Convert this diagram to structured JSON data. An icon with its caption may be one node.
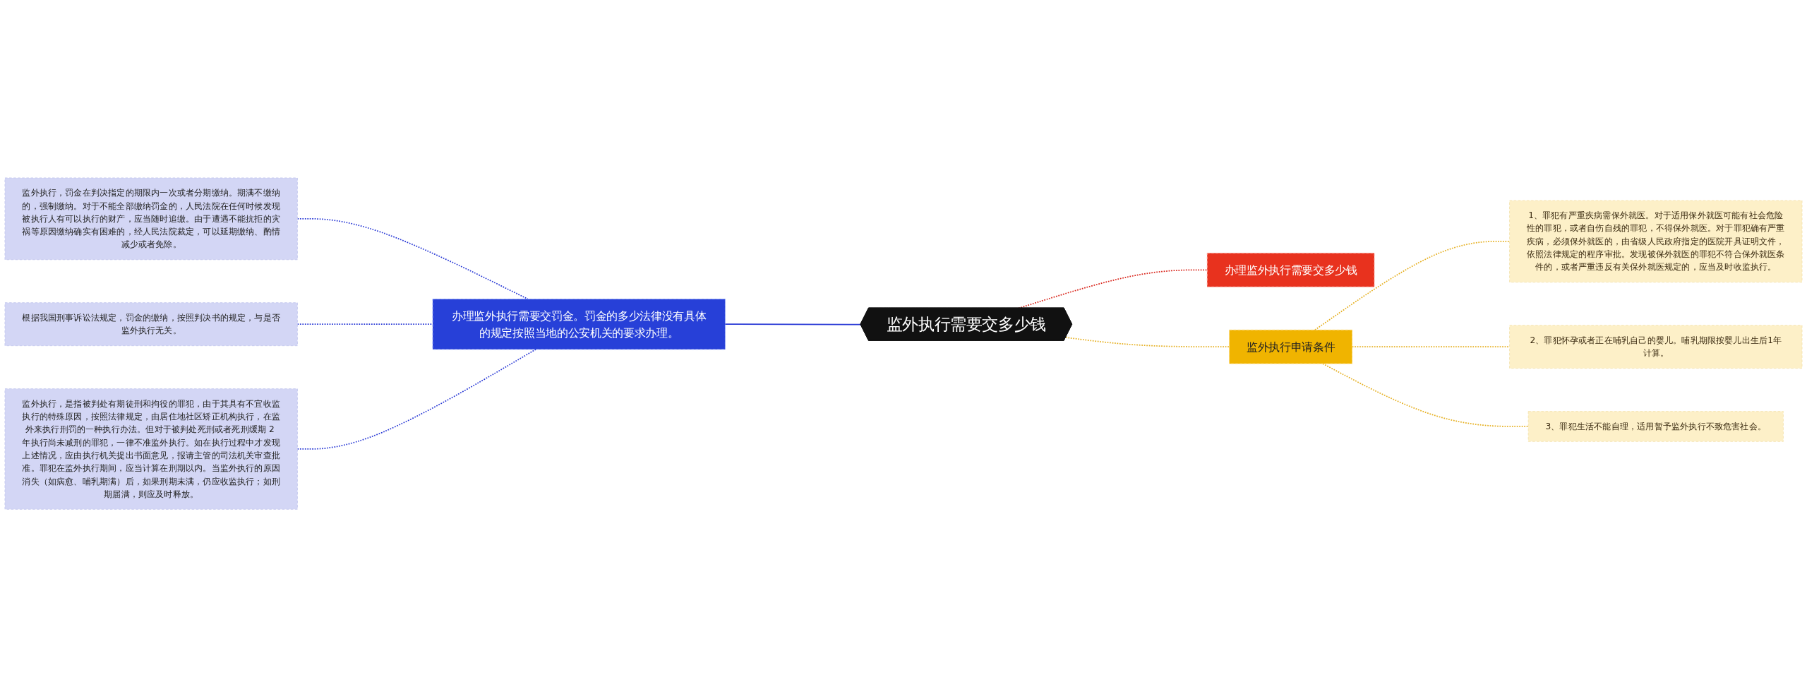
{
  "diagram": {
    "nodes": [
      {
        "text": [
          "监外执行需要交多少钱"
        ]
      },
      {
        "text": [
          "办理监外执行需要交罚金。罚金的多少法律没有具体的规定按照当地的公安机关的要求办理。"
        ]
      },
      {
        "text": [
          "监外执行，罚金在判决指定的期限内一次或者分期缴纳。期满不缴纳的，强制缴纳。对于不能全部缴纳罚金的，人民法院在任何时候发现被执行人有可以执行的财产，应当随时追缴。由于遭遇不能抗拒的灾祸等原因缴纳确实有困难的，经人民法院裁定，可以延期缴纳、酌情减少或者免除。"
        ]
      },
      {
        "text": [
          "根据我国刑事诉讼法规定，罚金的缴纳，按照判决书的规定，与是否监外执行无关。"
        ]
      },
      {
        "text": [
          "监外执行，是指被判处有期徒刑和拘役的罪犯，由于其具有不宜收监执行的特殊原因，按照法律规定，由居住地社区矫正机构执行，在监外来执行刑罚的一种执行办法。但对于被判处死刑或者死刑缓期 2 年执行尚未减刑的罪犯，一律不准监外执行。如在执行过程中才发现上述情况，应由执行机关提出书面意见，报请主管的司法机关审查批准。罪犯在监外执行期间，应当计算在刑期以内。当监外执行的原因消失（如病愈、哺乳期满）后，如果刑期未满，仍应收监执行；如刑期届满，则应及时释放。"
        ]
      },
      {
        "text": [
          "办理监外执行需要交多少钱"
        ]
      },
      {
        "text": [
          "监外执行申请条件"
        ]
      },
      {
        "text": [
          "1、罪犯有严重疾病需保外就医。对于适用保外就医可能有社会危险性的罪犯，或者自伤自残的罪犯，不得保外就医。对于罪犯确有严重疾病，必须保外就医的，由省级人民政府指定的医院开具证明文件，依照法律规定的程序审批。发现被保外就医的罪犯不符合保外就医条件的，或者严重违反有关保外就医规定的，应当及时收监执行。"
        ]
      },
      {
        "text": [
          "2、罪犯怀孕或者正在哺乳自己的婴儿。哺乳期限按婴儿出生后1年计算。"
        ]
      },
      {
        "text": [
          "3、罪犯生活不能自理，适用暂予监外执行不致危害社会。"
        ]
      }
    ],
    "edges": [
      {
        "from": 2,
        "to": 1,
        "arrow": "none",
        "style": "dashed",
        "color": "#2b3bd6"
      },
      {
        "from": 3,
        "to": 1,
        "arrow": "none",
        "style": "dashed",
        "color": "#2b3bd6"
      },
      {
        "from": 4,
        "to": 1,
        "arrow": "none",
        "style": "dashed",
        "color": "#2b3bd6"
      },
      {
        "from": 1,
        "to": 0,
        "arrow": "none",
        "color": "#2b3bd6"
      },
      {
        "from": 0,
        "to": 5,
        "arrow": "none",
        "style": "dashed",
        "color": "#d9261c"
      },
      {
        "from": 0,
        "to": 6,
        "arrow": "none",
        "style": "dashed",
        "color": "#e6b022"
      },
      {
        "from": 6,
        "to": 7,
        "arrow": "none",
        "style": "dashed",
        "color": "#e6b022"
      },
      {
        "from": 6,
        "to": 8,
        "arrow": "none",
        "style": "dashed",
        "color": "#e6b022"
      },
      {
        "from": 6,
        "to": 9,
        "arrow": "none",
        "style": "dashed",
        "color": "#e6b022"
      }
    ]
  }
}
